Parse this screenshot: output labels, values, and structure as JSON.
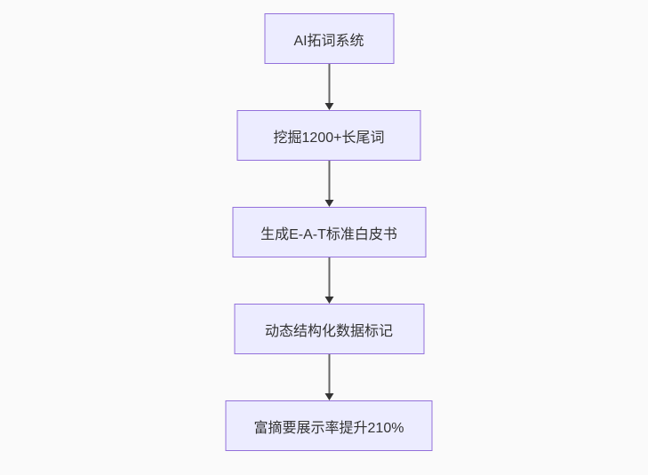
{
  "background_color": "#fafafa",
  "flowchart": {
    "type": "flowchart-top-down",
    "node_fill_color": "#ececff",
    "node_border_color": "#9370db",
    "node_text_color": "#333333",
    "arrow_line_color": "#666666",
    "arrowhead_color": "#333333",
    "nodes": [
      {
        "label": "AI拓词系统"
      },
      {
        "label": "挖掘1200+长尾词"
      },
      {
        "label": "生成E-A-T标准白皮书"
      },
      {
        "label": "动态结构化数据标记"
      },
      {
        "label": "富摘要展示率提升210%"
      }
    ],
    "edges": [
      {
        "from": 0,
        "to": 1
      },
      {
        "from": 1,
        "to": 2
      },
      {
        "from": 2,
        "to": 3
      },
      {
        "from": 3,
        "to": 4
      }
    ]
  }
}
